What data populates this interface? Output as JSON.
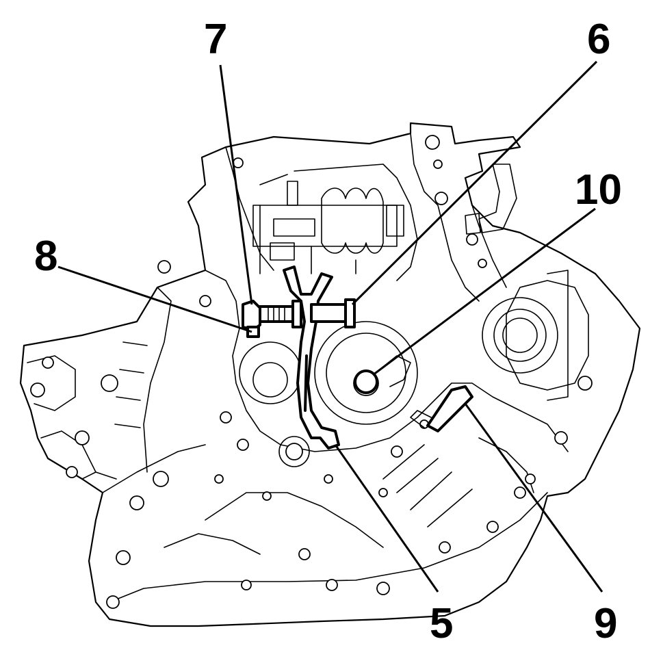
{
  "callouts": [
    {
      "id": "7",
      "label": "7"
    },
    {
      "id": "6",
      "label": "6"
    },
    {
      "id": "10",
      "label": "10"
    },
    {
      "id": "8",
      "label": "8"
    },
    {
      "id": "5",
      "label": "5"
    },
    {
      "id": "9",
      "label": "9"
    }
  ],
  "colors": {
    "line": "#000000",
    "background": "#ffffff"
  }
}
